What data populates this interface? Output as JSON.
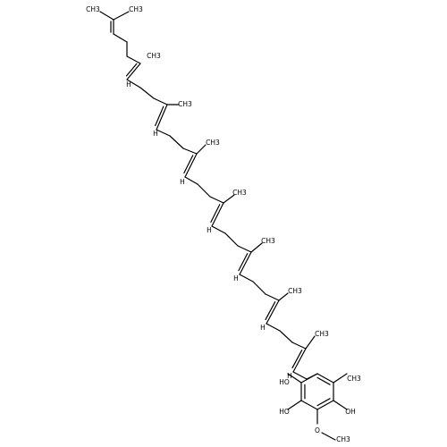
{
  "molecule": {
    "colors": {
      "bond": "#000000",
      "label": "#000000",
      "background": "#ffffff"
    },
    "labels": {
      "methyl": "CH3",
      "hydrogen": "H",
      "hydroxyl_left": "HO",
      "hydroxyl_right": "OH",
      "oxygen": "O"
    }
  }
}
